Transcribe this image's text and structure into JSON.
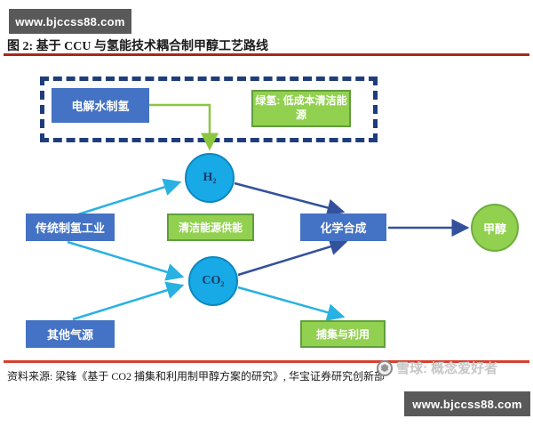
{
  "watermarks": {
    "top_badge": "www.bjccss88.com",
    "bottom_badge": "www.bjccss88.com",
    "xueqiu_label": "雪球: 概念爱好者"
  },
  "icons": {
    "xueqiu_logo": "❅"
  },
  "figure": {
    "title": "图 2: 基于 CCU 与氢能技术耦合制甲醇工艺路线",
    "source": "资料来源: 梁锋《基于 CO2 捕集和利用制甲醇方案的研究》, 华宝证券研究创新部"
  },
  "diagram": {
    "nodes": {
      "electrolysis": "电解水制氢",
      "green_h2_note": "绿氢: 低成本清洁能源",
      "h2": "H₂",
      "traditional_industry": "传统制氢工业",
      "clean_energy_supply": "清洁能源供能",
      "chemical_synthesis": "化学合成",
      "co2": "CO₂",
      "other_gas_sources": "其他气源",
      "capture_utilization": "捕集与利用",
      "methanol": "甲醇"
    },
    "colors": {
      "box_blue": "#4472c4",
      "box_green": "#92d050",
      "box_green_border": "#5f9e3d",
      "circle_cyan": "#17aae6",
      "arrow_cyan": "#29b1e2",
      "arrow_navy": "#34519c",
      "arrow_green": "#8dc63f",
      "dashed_border": "#1f3d7a",
      "title_rule": "#a8281d",
      "bottom_rule": "#d6402e",
      "badge_bg": "#595959"
    }
  }
}
